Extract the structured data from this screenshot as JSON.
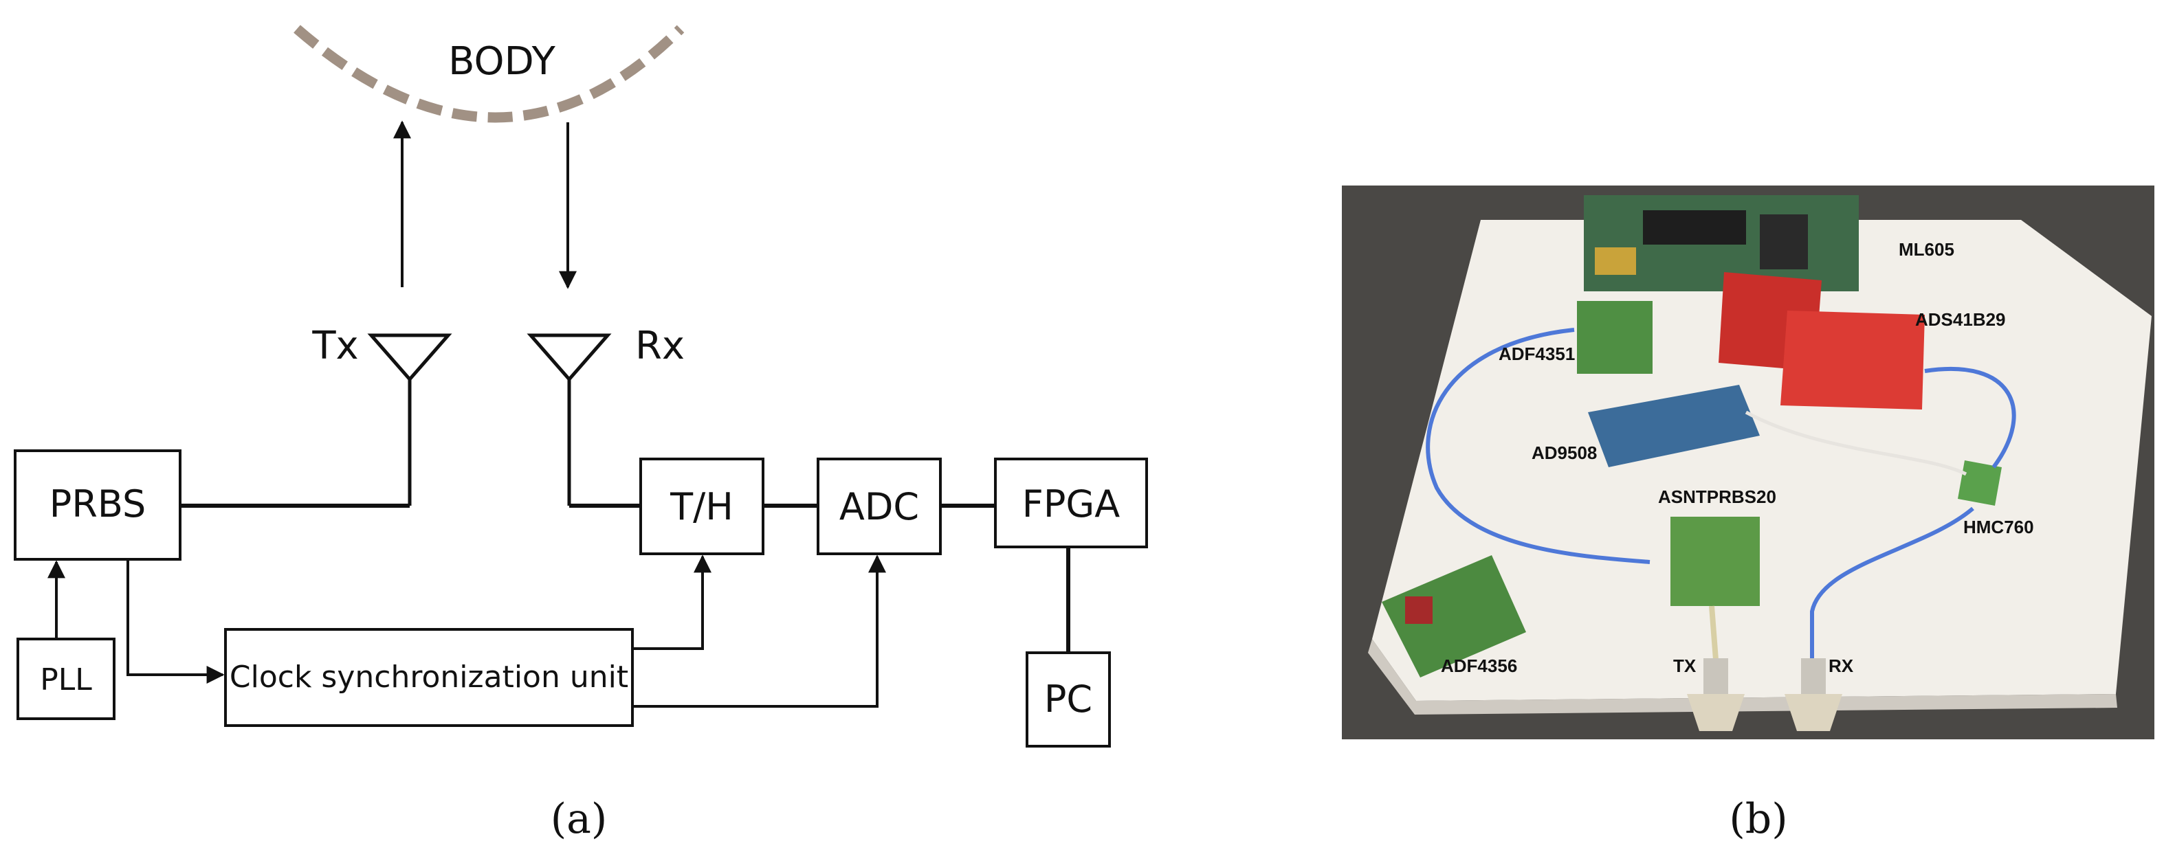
{
  "diagram": {
    "body_label": "BODY",
    "tx_label": "Tx",
    "rx_label": "Rx",
    "blocks": {
      "prbs": "PRBS",
      "pll": "PLL",
      "clock_sync": "Clock synchronization unit",
      "th": "T/H",
      "adc": "ADC",
      "fpga": "FPGA",
      "pc": "PC"
    },
    "caption": "(a)"
  },
  "photo": {
    "labels": {
      "ml605": "ML605",
      "ads41b29": "ADS41B29",
      "adf4351": "ADF4351",
      "ad9508": "AD9508",
      "asntprbs20": "ASNTPRBS20",
      "hmc760": "HMC760",
      "adf4356": "ADF4356",
      "tx": "TX",
      "rx": "RX"
    },
    "caption": "(b)"
  },
  "colors": {
    "body_arc": "#a19184",
    "line": "#111111",
    "table": "#f2efe9",
    "background": "#4a4845",
    "cable": "#4e78d8",
    "green_pcb": "#4f8f43",
    "red_pcb": "#dc3b34",
    "blue_pcb": "#3c6c9a"
  }
}
